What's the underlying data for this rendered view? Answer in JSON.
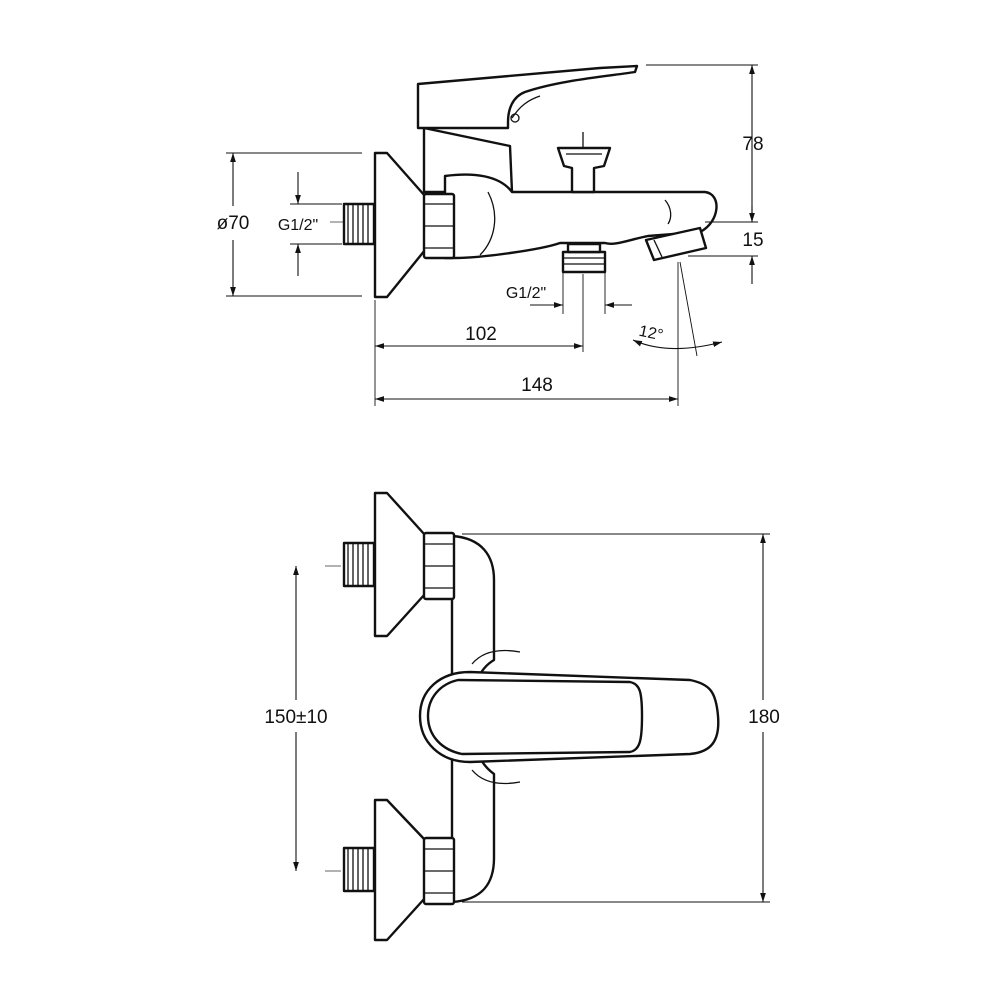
{
  "side_view": {
    "dim_height_top": "78",
    "dim_height_spout": "15",
    "dim_rosette_diameter": "ø70",
    "dim_thread_inlet": "G1/2\"",
    "dim_thread_outlet": "G1/2\"",
    "dim_outlet_distance": "102",
    "dim_total_depth": "148",
    "dim_spout_angle": "12°"
  },
  "front_view": {
    "dim_inlet_spacing": "150±10",
    "dim_total_width": "180"
  }
}
